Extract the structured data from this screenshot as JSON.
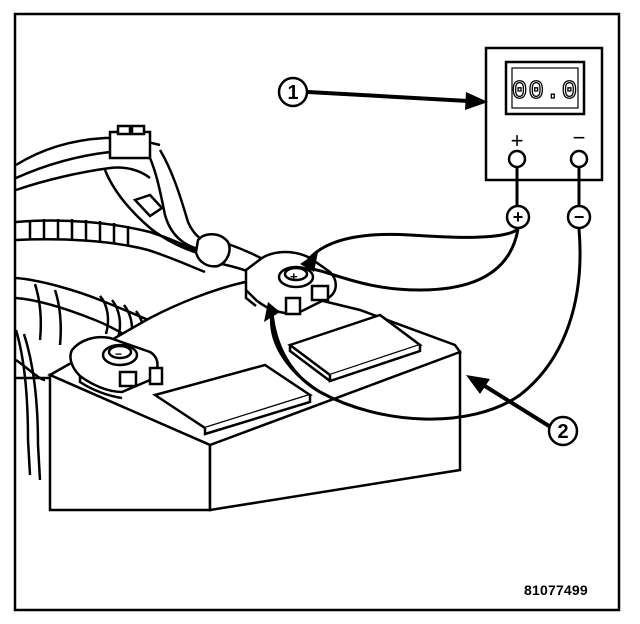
{
  "figure": {
    "id_label": "81077499",
    "meter_display": "00.0",
    "meter_plus_label": "+",
    "meter_minus_label": "−",
    "callouts": [
      {
        "number": "1"
      },
      {
        "number": "2"
      }
    ],
    "probe_plus_symbol": "+",
    "probe_minus_symbol": "−",
    "terminal_plus_mark": "+",
    "terminal_minus_mark": "−"
  }
}
